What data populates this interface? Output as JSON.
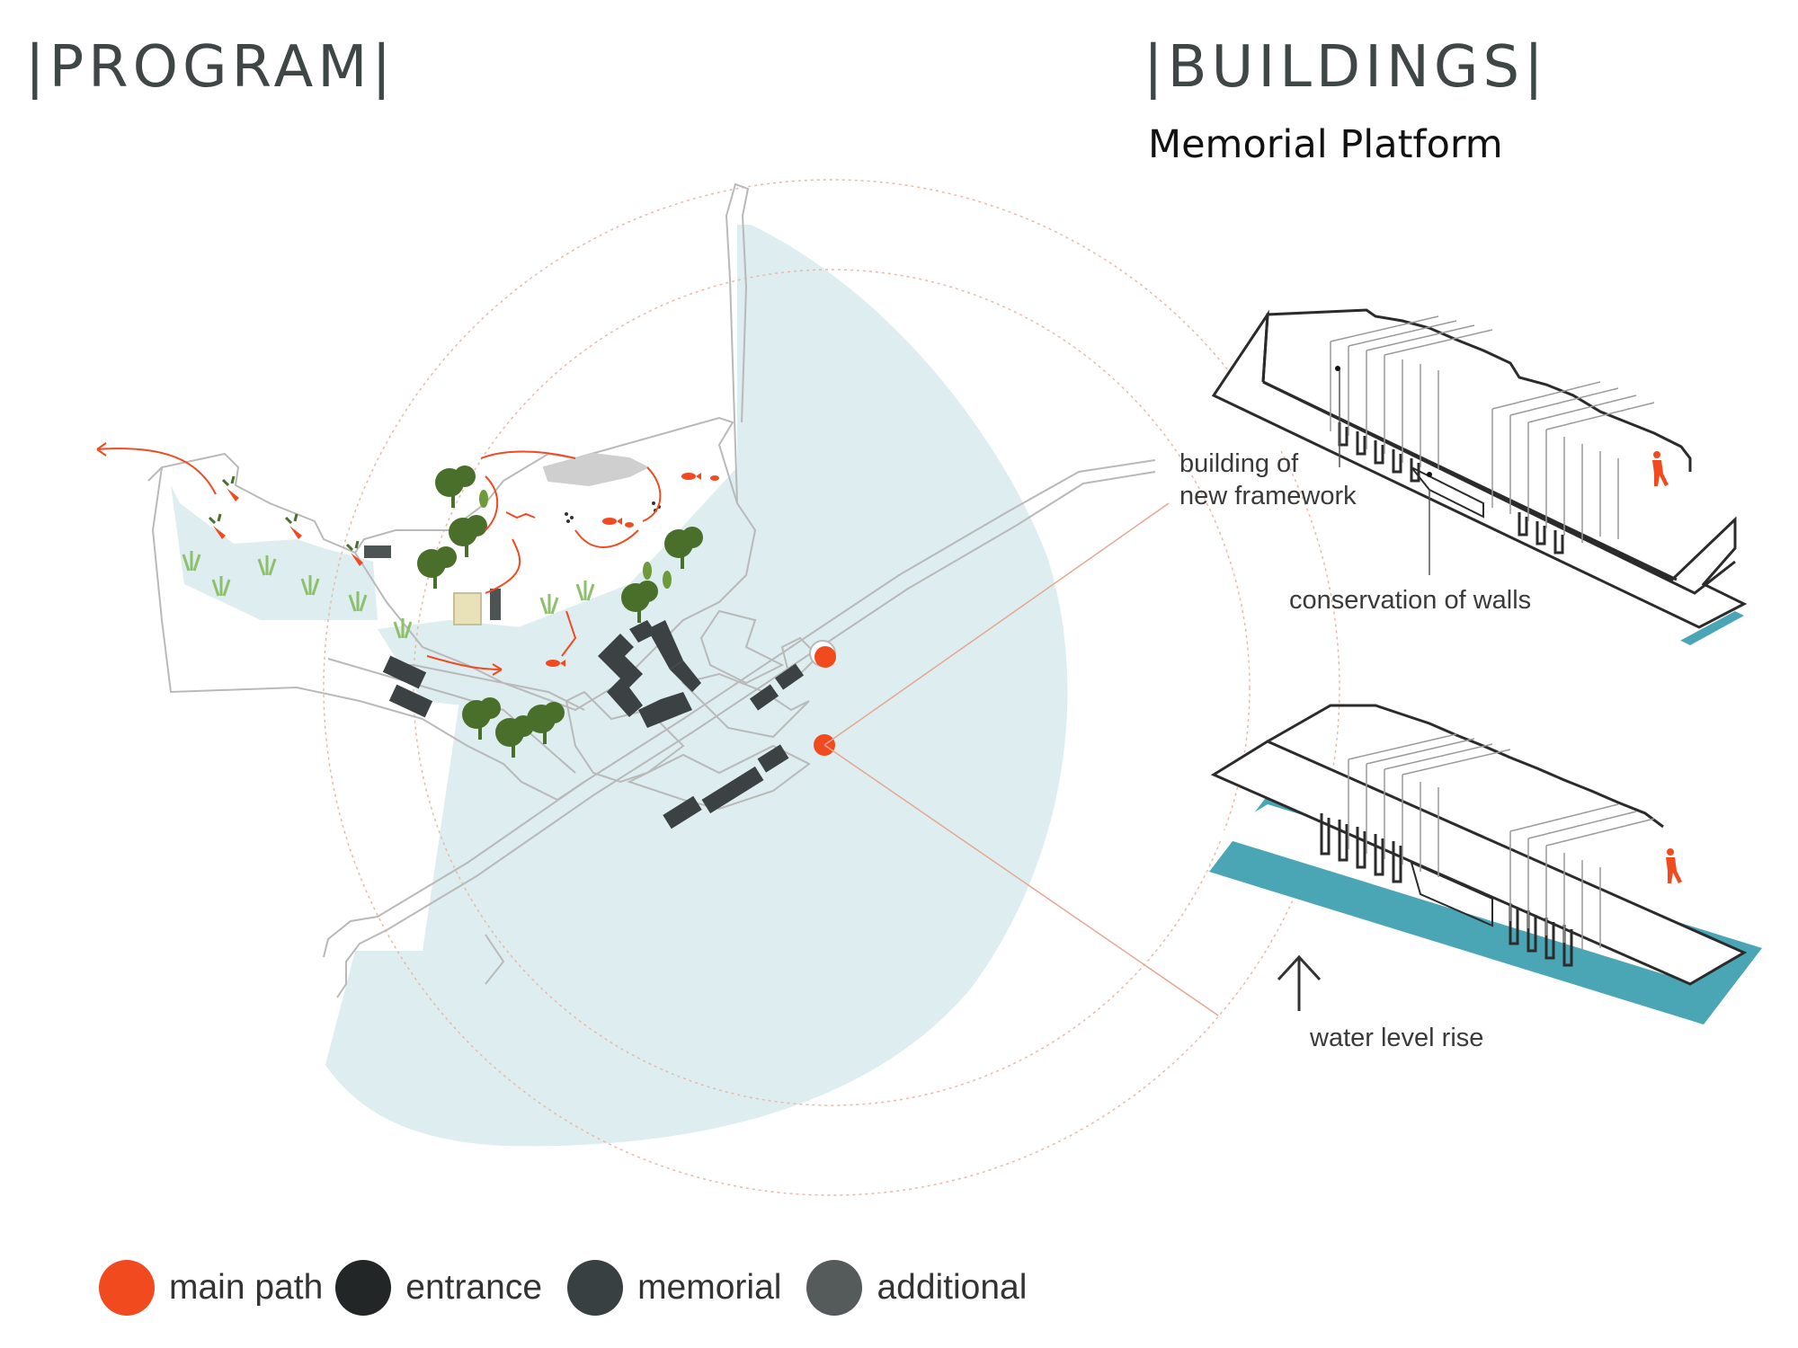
{
  "headings": {
    "program": "|PROGRAM|",
    "buildings": "|BUILDINGS|",
    "subtitle": "Memorial Platform"
  },
  "annotations": {
    "framework_line1": "building of",
    "framework_line2": "new framework",
    "walls": "conservation of walls",
    "water": "water level rise"
  },
  "legend": [
    {
      "label": "main path",
      "color": "#f24a1f"
    },
    {
      "label": "entrance",
      "color": "#222627"
    },
    {
      "label": "memorial",
      "color": "#384042"
    },
    {
      "label": "additional",
      "color": "#555a5b"
    }
  ],
  "colors": {
    "water": "#deedf0",
    "accent": "#f24a1f",
    "platform_water": "#4aa6b5",
    "building": "#3c4244",
    "tree": "#4a6f2a"
  },
  "icons": [
    "up-arrow-icon",
    "person-icon",
    "tree-icon",
    "fish-icon",
    "carrot-icon",
    "grass-icon"
  ]
}
